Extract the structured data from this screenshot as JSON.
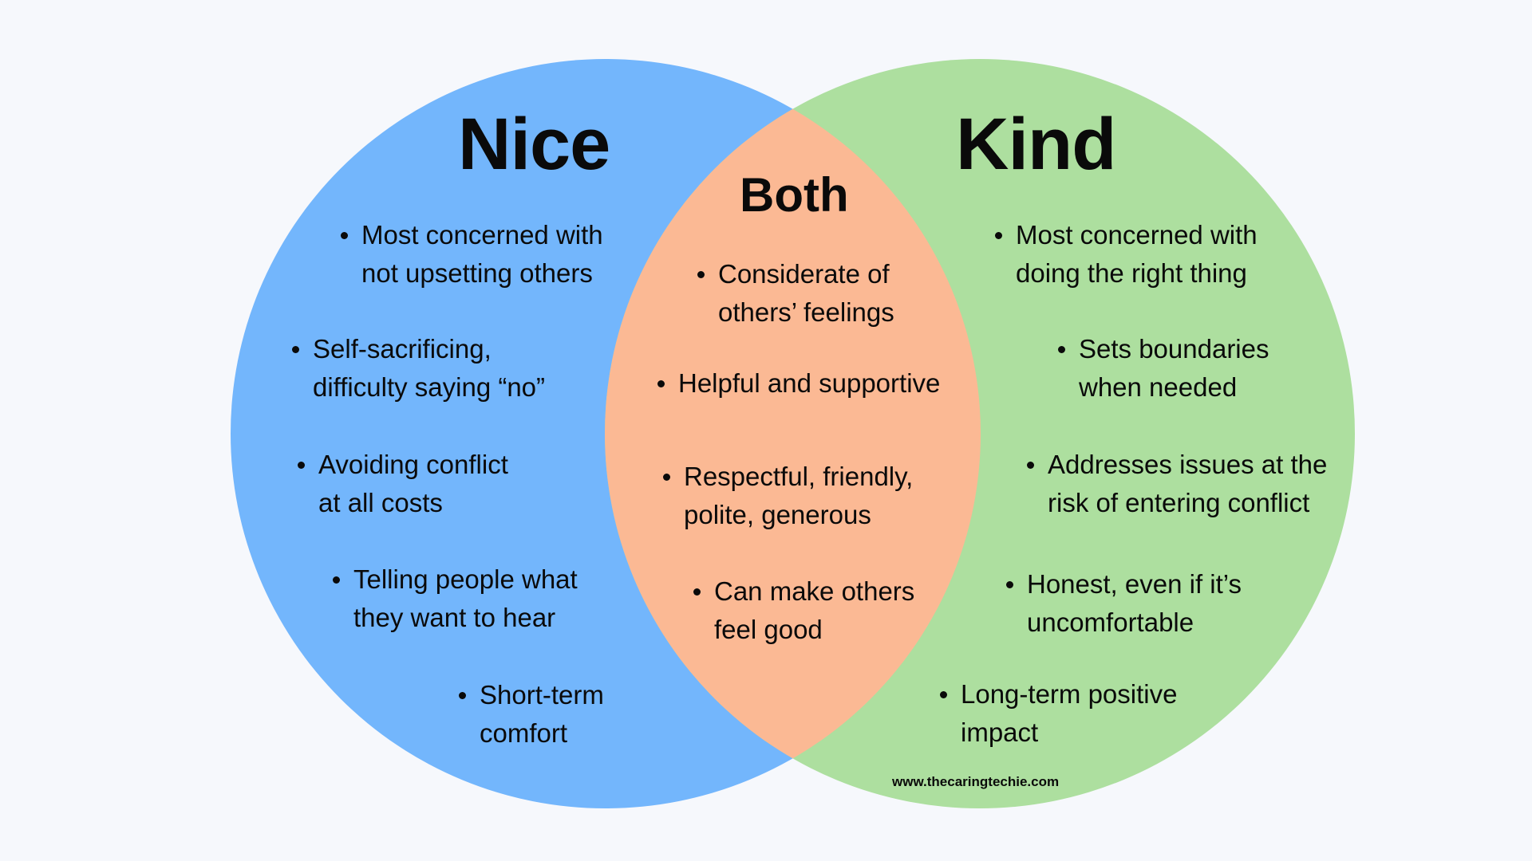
{
  "colors": {
    "background": "#f6f8fc",
    "nice_circle": "#73b6fc",
    "kind_circle": "#addf9f",
    "overlap": "#fbb994",
    "text": "#0a0a0a"
  },
  "nice": {
    "title": "Nice",
    "items": [
      {
        "lines": [
          "Most concerned with",
          "not upsetting others"
        ]
      },
      {
        "lines": [
          "Self-sacrificing,",
          "difficulty saying “no”"
        ]
      },
      {
        "lines": [
          "Avoiding conflict",
          "at all costs"
        ]
      },
      {
        "lines": [
          "Telling people what",
          "they want to hear"
        ]
      },
      {
        "lines": [
          "Short-term",
          "comfort"
        ]
      }
    ]
  },
  "both": {
    "title": "Both",
    "items": [
      {
        "lines": [
          "Considerate of",
          "others’ feelings"
        ]
      },
      {
        "lines": [
          "Helpful and supportive"
        ]
      },
      {
        "lines": [
          "Respectful, friendly,",
          "polite, generous"
        ]
      },
      {
        "lines": [
          "Can make others",
          "feel good"
        ]
      }
    ]
  },
  "kind": {
    "title": "Kind",
    "items": [
      {
        "lines": [
          "Most concerned with",
          "doing the right thing"
        ]
      },
      {
        "lines": [
          "Sets boundaries",
          "when needed"
        ]
      },
      {
        "lines": [
          "Addresses issues at the",
          "risk of entering conflict"
        ]
      },
      {
        "lines": [
          "Honest, even if it’s",
          "uncomfortable"
        ]
      },
      {
        "lines": [
          "Long-term positive",
          "impact"
        ]
      }
    ]
  },
  "footer": {
    "website": "www.thecaringtechie.com"
  }
}
